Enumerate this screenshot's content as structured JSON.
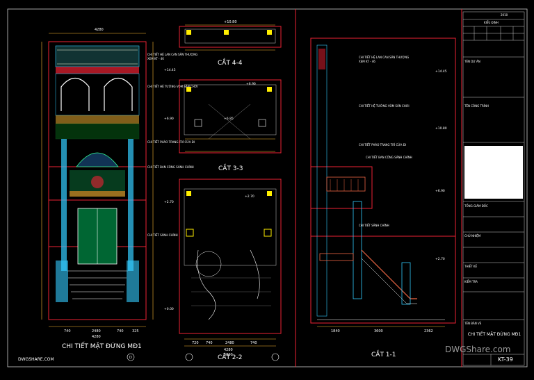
{
  "sheet": {
    "views": {
      "elevation": {
        "title": "CHI TIẾT MẶT ĐỨNG MĐ1",
        "top_dim": "4280",
        "bottom_dims": [
          "740",
          "2480",
          "740",
          "325",
          "4280"
        ],
        "grid_mark": "D"
      },
      "section44": {
        "title": "CẮT 4-4",
        "level": "+10.80"
      },
      "section33": {
        "title": "CẮT 3-3",
        "level": "+6.90"
      },
      "section22": {
        "title": "CẮT 2-2",
        "level": "+2.70",
        "bottom_dims": [
          "720",
          "740",
          "2480",
          "740",
          "4280",
          "5800"
        ]
      },
      "section11": {
        "title": "CẮT 1-1",
        "bottom_dims": [
          "1840",
          "3600",
          "2362"
        ]
      }
    },
    "levels": [
      "+14.45",
      "+10.80",
      "+6.90",
      "+6.85",
      "+2.70",
      "+0.00"
    ],
    "annotations": [
      "CHI TIẾT HỆ LAN CAN SÂN THƯỢNG",
      "CHI TIẾT HỆ TƯỜNG VÒM SÂN CHƠI",
      "CHI TIẾT PHÀO TRANG TRÍ CỬA ĐI",
      "CHI TIẾT BAN CÔNG SẢNH CHÍNH",
      "CHI TIẾT SẢNH CHÍNH",
      "XEM KT - 46"
    ],
    "watermark_left": "DWGSHARE.COM",
    "watermark_right": "DWGShare.com",
    "title_block": {
      "year_label": "2010",
      "project_label": "TÊN CÔNG TRÌNH",
      "drawing_title": "CHI TIẾT MẶT ĐỨNG MĐ1",
      "sheet_no": "KT-39",
      "rows": [
        "KIỂU ĐỊNH",
        "TÊN DỰ ÁN",
        "TỔNG GIÁM ĐỐC",
        "CHỦ NHIỆM",
        "THIẾT KẾ",
        "KIỂM TRA",
        "TÊN BẢN VẼ"
      ]
    }
  }
}
